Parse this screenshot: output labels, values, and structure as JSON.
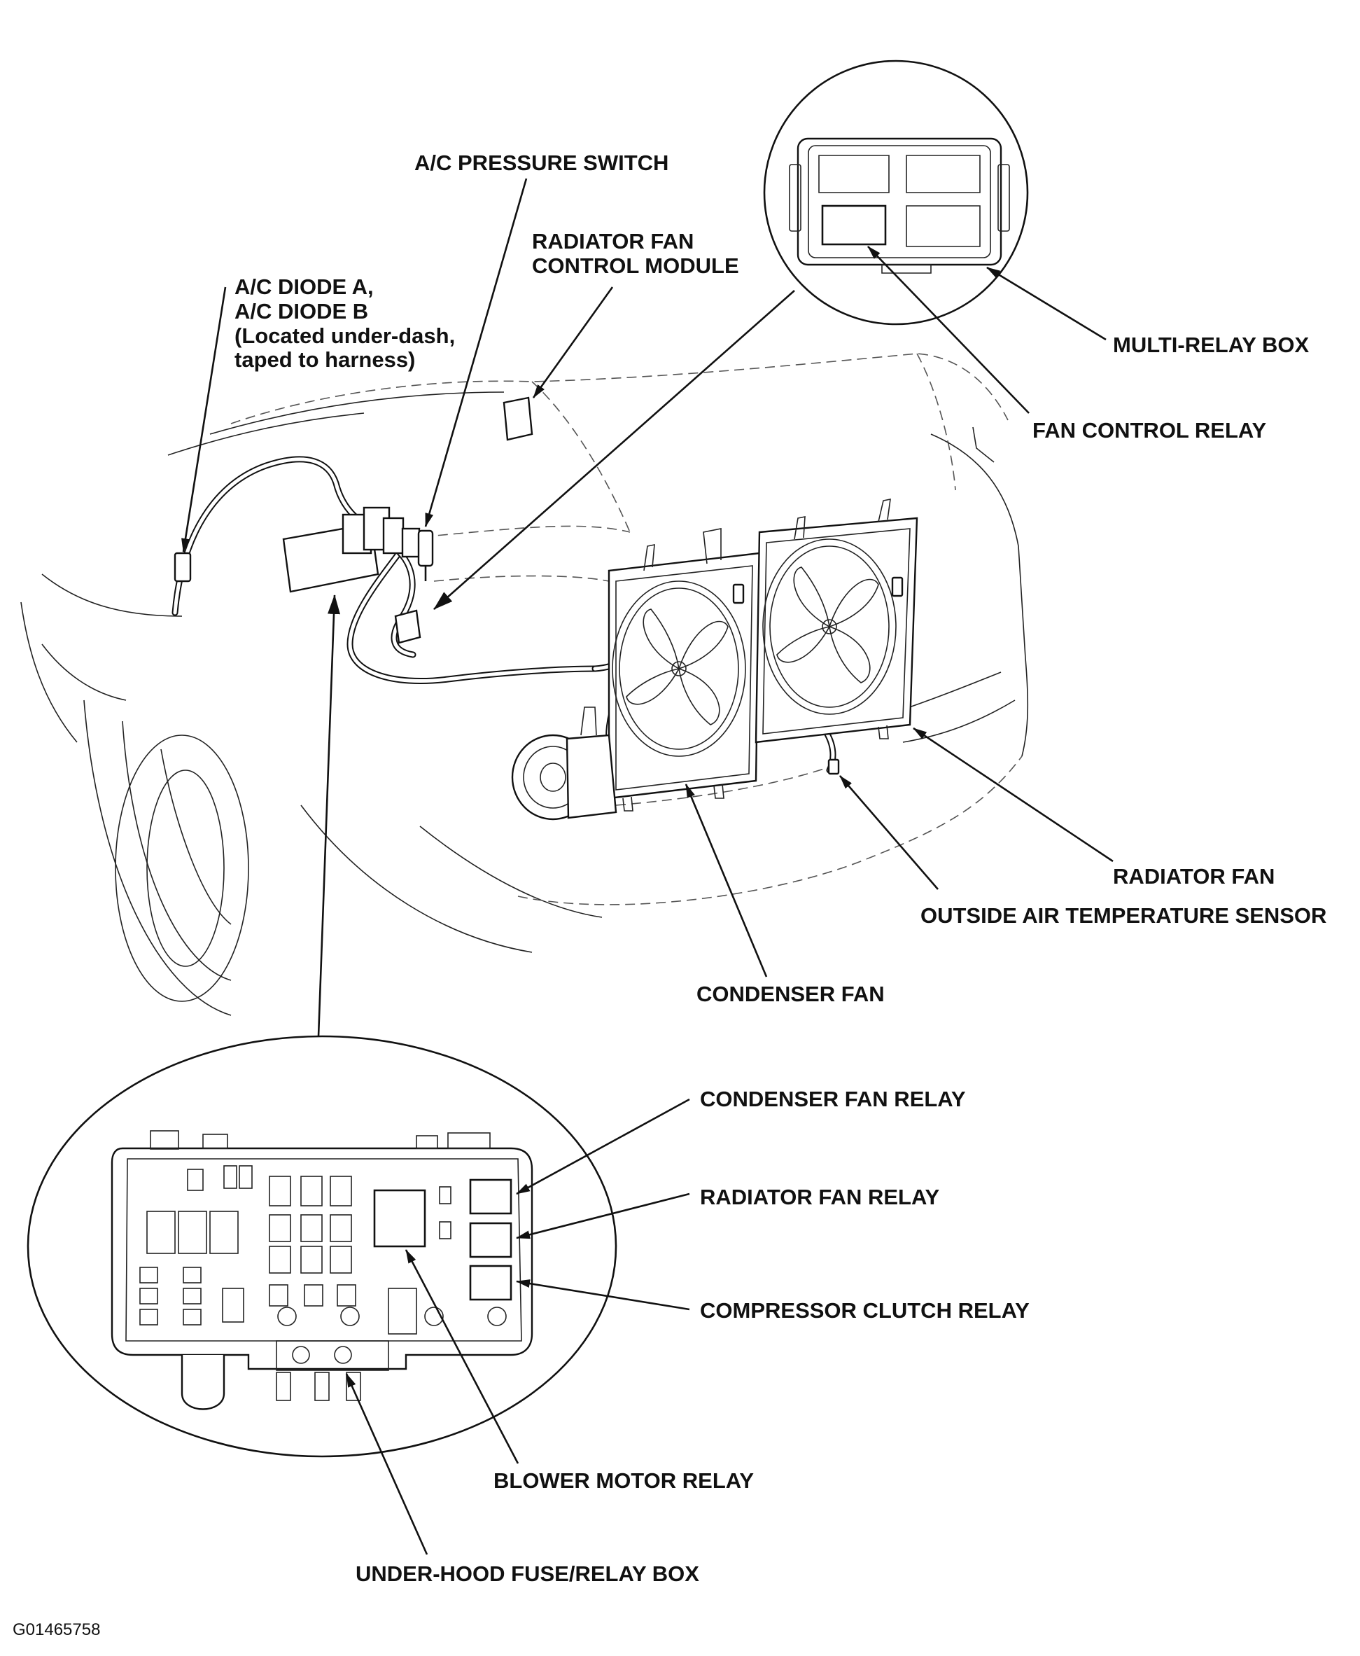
{
  "labels": {
    "ac_pressure_switch": "A/C PRESSURE SWITCH",
    "radiator_fan_control_module": [
      "RADIATOR FAN",
      "CONTROL MODULE"
    ],
    "ac_diode": [
      "A/C DIODE A,",
      "A/C DIODE B",
      "(Located under-dash,",
      "taped to harness)"
    ],
    "multi_relay_box": "MULTI-RELAY BOX",
    "fan_control_relay": "FAN CONTROL RELAY",
    "radiator_fan": "RADIATOR FAN",
    "outside_air_temp_sensor": "OUTSIDE AIR TEMPERATURE SENSOR",
    "condenser_fan": "CONDENSER FAN",
    "condenser_fan_relay": "CONDENSER FAN RELAY",
    "radiator_fan_relay": "RADIATOR FAN RELAY",
    "compressor_clutch_relay": "COMPRESSOR CLUTCH RELAY",
    "blower_motor_relay": "BLOWER MOTOR RELAY",
    "under_hood_fuse_relay_box": "UNDER-HOOD FUSE/RELAY BOX"
  },
  "figure_code": "G01465758"
}
